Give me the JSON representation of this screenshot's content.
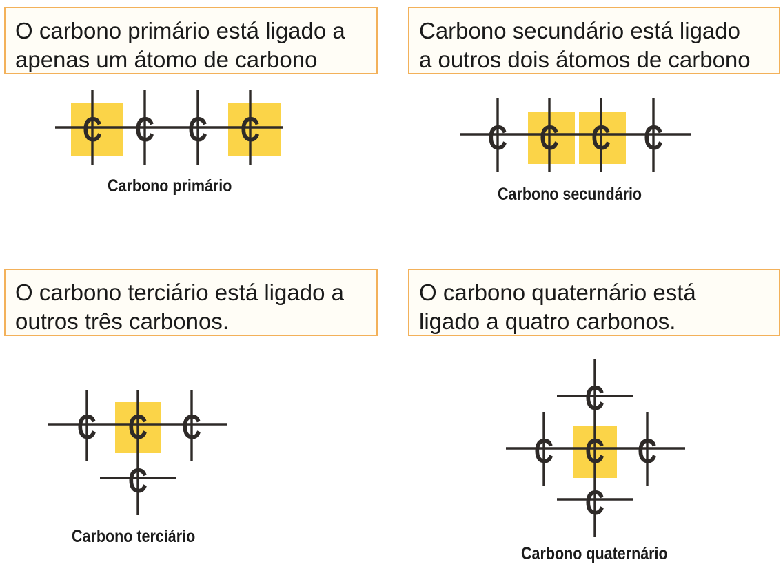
{
  "panels": [
    {
      "description_lines": [
        "O carbono primário está ligado a",
        "apenas um átomo de carbono"
      ],
      "caption": "Carbono primário",
      "atom_symbol": "C"
    },
    {
      "description_lines": [
        "Carbono secundário está ligado",
        "a outros dois átomos de carbono"
      ],
      "caption": "Carbono secundário",
      "atom_symbol": "C"
    },
    {
      "description_lines": [
        "O carbono terciário está ligado a",
        "outros três carbonos."
      ],
      "caption": "Carbono terciário",
      "atom_symbol": "C"
    },
    {
      "description_lines": [
        "O carbono quaternário está",
        "ligado a quatro carbonos."
      ],
      "caption": "Carbono quaternário",
      "atom_symbol": "C"
    }
  ],
  "colors": {
    "box_border": "#f3b15a",
    "highlight": "#fbd448",
    "bond": "#2e2a28",
    "text": "#1a1a1a"
  }
}
